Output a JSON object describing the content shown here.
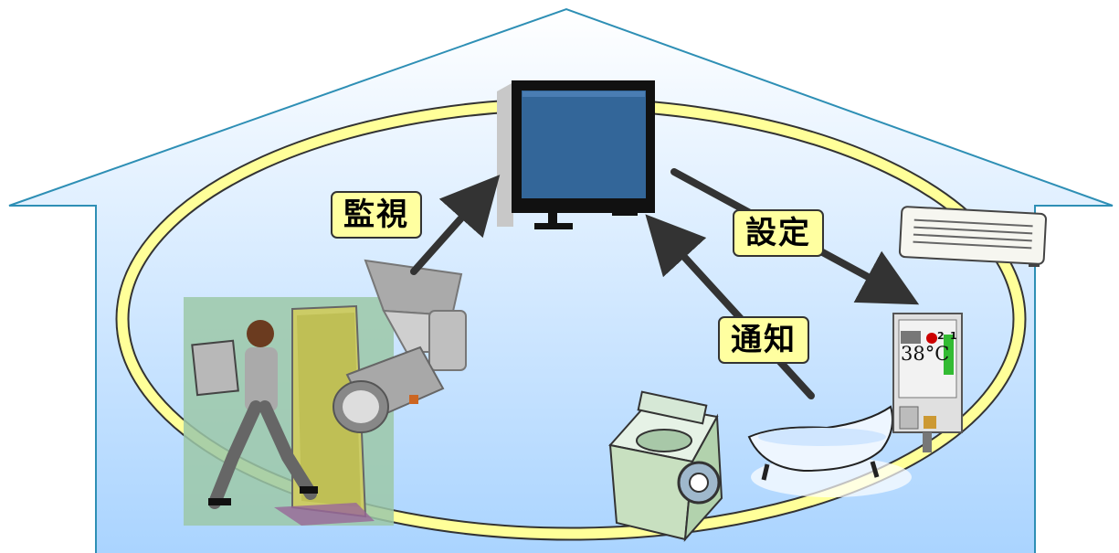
{
  "labels": {
    "monitor": "監視",
    "settings": "設定",
    "notify": "通知"
  },
  "water_heater_panel": {
    "temperature": "38°C",
    "indicator_left": "2",
    "indicator_right": "1"
  },
  "colors": {
    "house_outline": "#2e8fb5",
    "sky_top": "#ffffff",
    "sky_bottom": "#aad4ff",
    "network_ring": "#ffff99",
    "label_fill": "#ffffa0",
    "arrow": "#333333",
    "tv_screen": "#336699"
  },
  "icons": [
    "house-outline",
    "network-ring",
    "tv-monitor-icon",
    "security-camera-icon",
    "person-carrying-box-icon",
    "open-door-icon",
    "air-conditioner-icon",
    "water-heater-panel-icon",
    "bathtub-icon",
    "washing-machine-icon"
  ]
}
